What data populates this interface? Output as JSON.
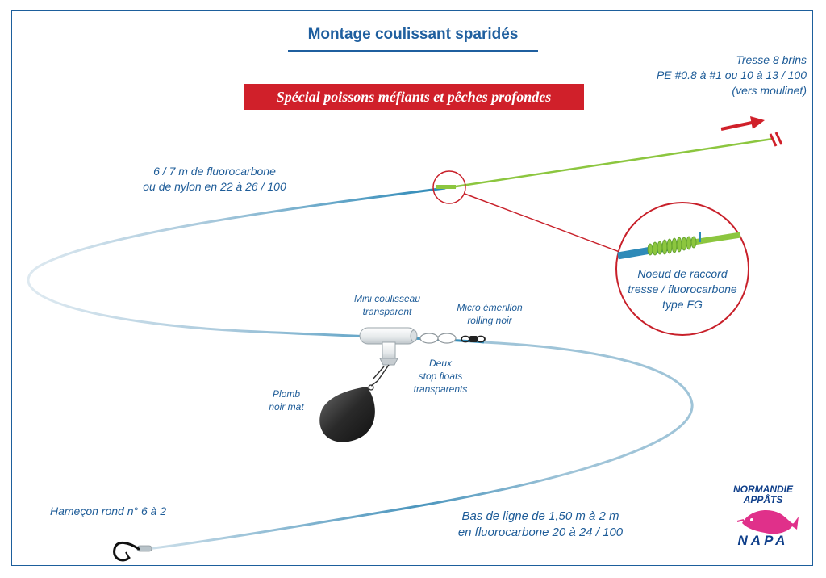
{
  "title": "Montage coulissant sparidés",
  "banner": "Spécial poissons méfiants et pêches profondes",
  "labels": {
    "tresse": "Tresse 8 brins\nPE #0.8 à #1 ou 10 à 13 / 100\n(vers moulinet)",
    "fluoro": "6 / 7 m de fluorocarbone\nou de nylon en 22 à 26 / 100",
    "noeud": "Noeud de raccord\ntresse / fluorocarbone\ntype FG",
    "coulisseau": "Mini coulisseau\ntransparent",
    "emerillon": "Micro émerillon\nrolling noir",
    "stop_floats": "Deux\nstop floats\ntransparents",
    "plomb": "Plomb\nnoir mat",
    "hamecon": "Hameçon rond n° 6 à 2",
    "bas_de_ligne": "Bas de ligne de 1,50 m à 2 m\nen fluorocarbone 20 à 24 / 100"
  },
  "logo": {
    "top_text": "NORMANDIE\nAPPÂTS",
    "bottom_text": "NAPA",
    "fish_icon": "fish-logo-icon"
  },
  "colors": {
    "title_blue": "#1f5f9f",
    "banner_red": "#d0202a",
    "braid_green": "#8cc63f",
    "fluoro_blue": "#2e8ab8",
    "leader_light": "#cfe0ea",
    "callout_red": "#c8202a",
    "lead_black": "#222222",
    "logo_pink": "#e0308a"
  }
}
